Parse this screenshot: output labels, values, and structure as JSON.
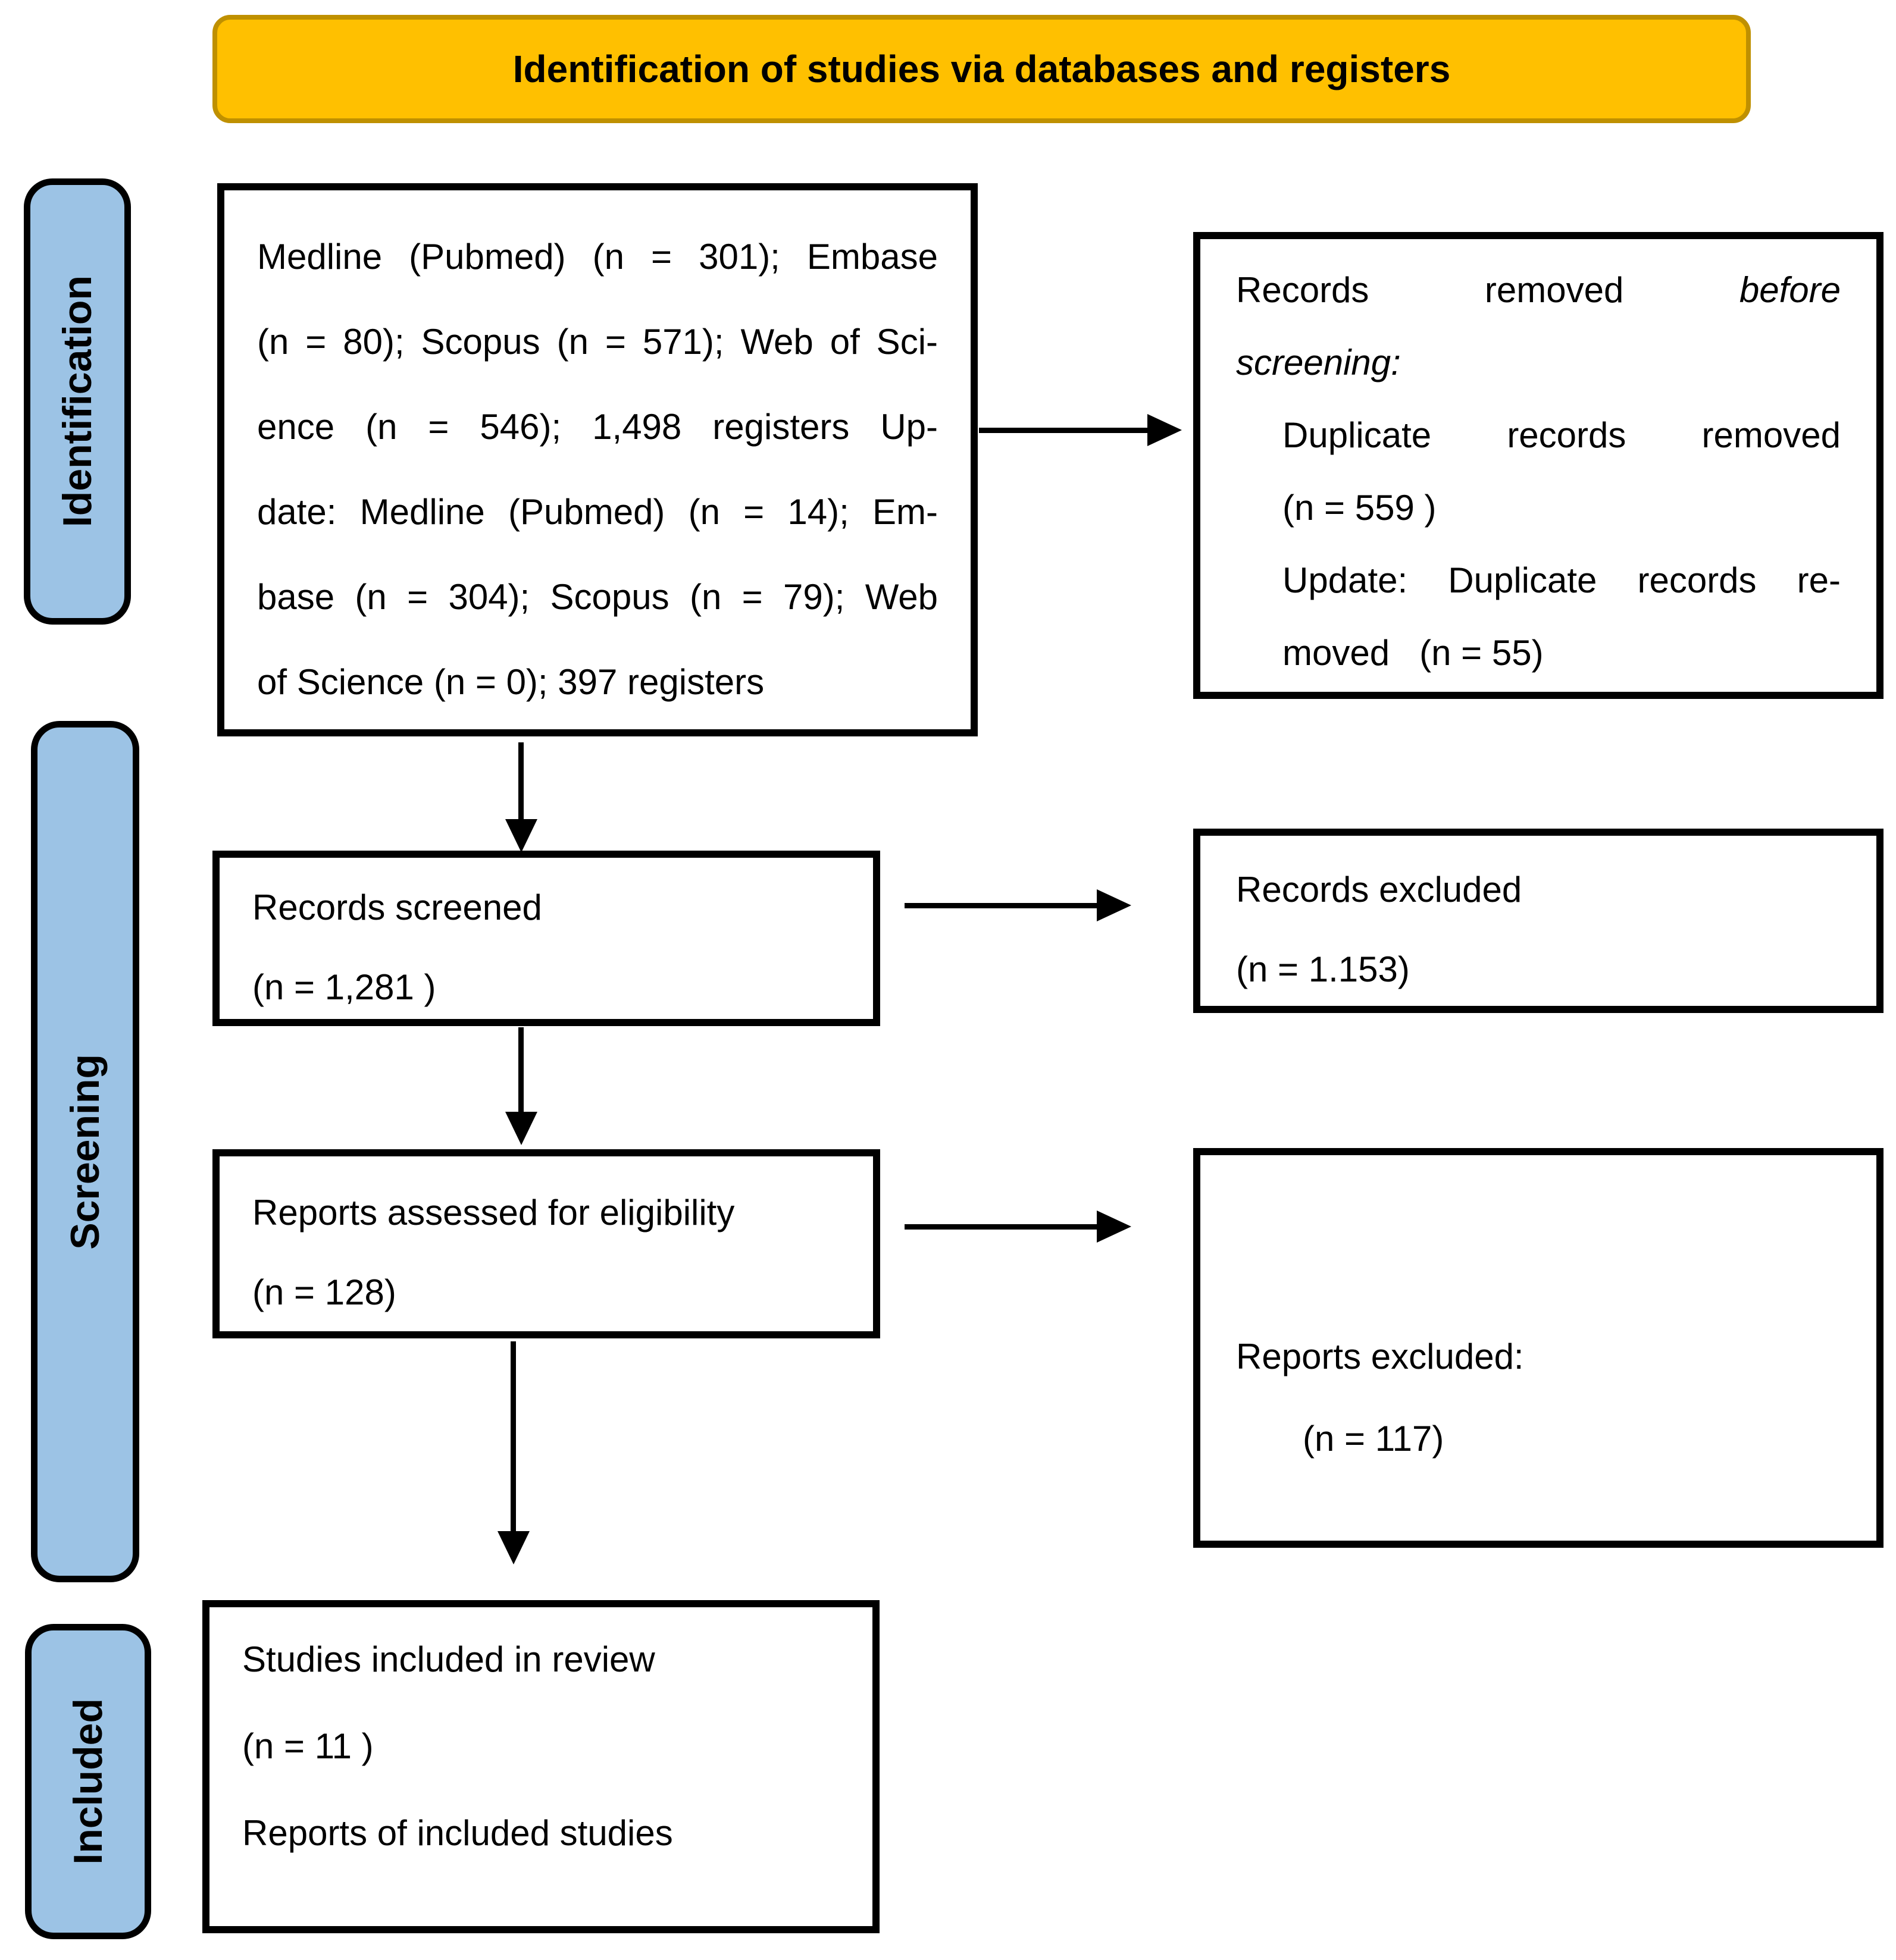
{
  "banner": {
    "title": "Identification of studies via databases and registers"
  },
  "colors": {
    "banner_fill": "#FFC000",
    "banner_border": "#BF9000",
    "stage_fill": "#9CC3E5",
    "box_border": "#000000"
  },
  "stages": {
    "identification": "Identification",
    "screening": "Screening",
    "included": "Included"
  },
  "boxes": {
    "databases": {
      "lines": [
        "Medline (Pubmed) (n = 301); Embase",
        "(n = 80); Scopus (n = 571); Web of Sci-",
        "ence (n = 546); 1,498 registers Up-",
        "date: Medline (Pubmed) (n = 14); Em-",
        "base (n = 304); Scopus (n = 79); Web",
        "of Science (n = 0); 397 registers"
      ]
    },
    "records_removed": {
      "line1_normal": "Records removed",
      "line1_italic": "before",
      "line2_italic": "screening:",
      "lines": [
        "Duplicate records removed",
        "(n = 559 )",
        "Update: Duplicate records re-",
        "moved   (n = 55)"
      ]
    },
    "records_screened": {
      "lines": [
        "Records screened",
        "(n = 1,281 )"
      ]
    },
    "records_excluded": {
      "lines": [
        "Records excluded",
        "(n = 1.153)"
      ]
    },
    "reports_assessed": {
      "lines": [
        "Reports assessed for eligibility",
        "(n = 128)"
      ]
    },
    "reports_excluded": {
      "lines": [
        "Reports excluded:",
        "(n = 117)"
      ]
    },
    "studies_included": {
      "lines": [
        "Studies included in review",
        "(n = 11 )",
        "Reports of included studies"
      ]
    }
  }
}
